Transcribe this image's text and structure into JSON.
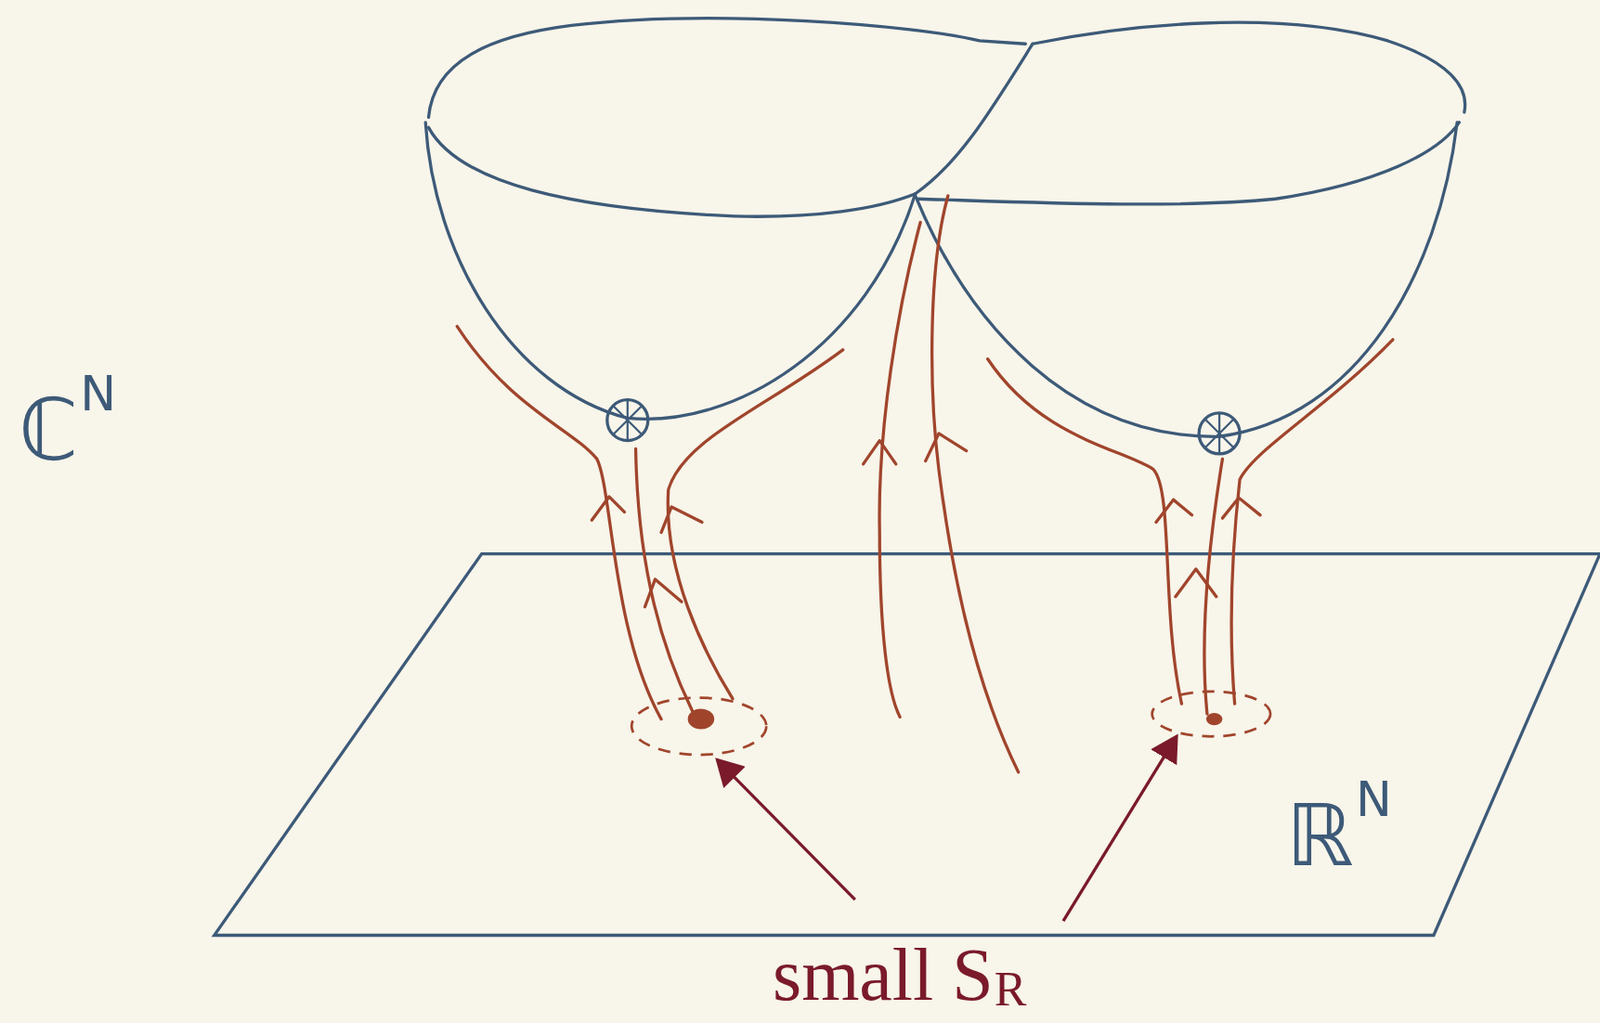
{
  "diagram": {
    "labels": [
      "ℂ",
      "N",
      "ℝ",
      "N",
      "small S",
      "R"
    ]
  }
}
